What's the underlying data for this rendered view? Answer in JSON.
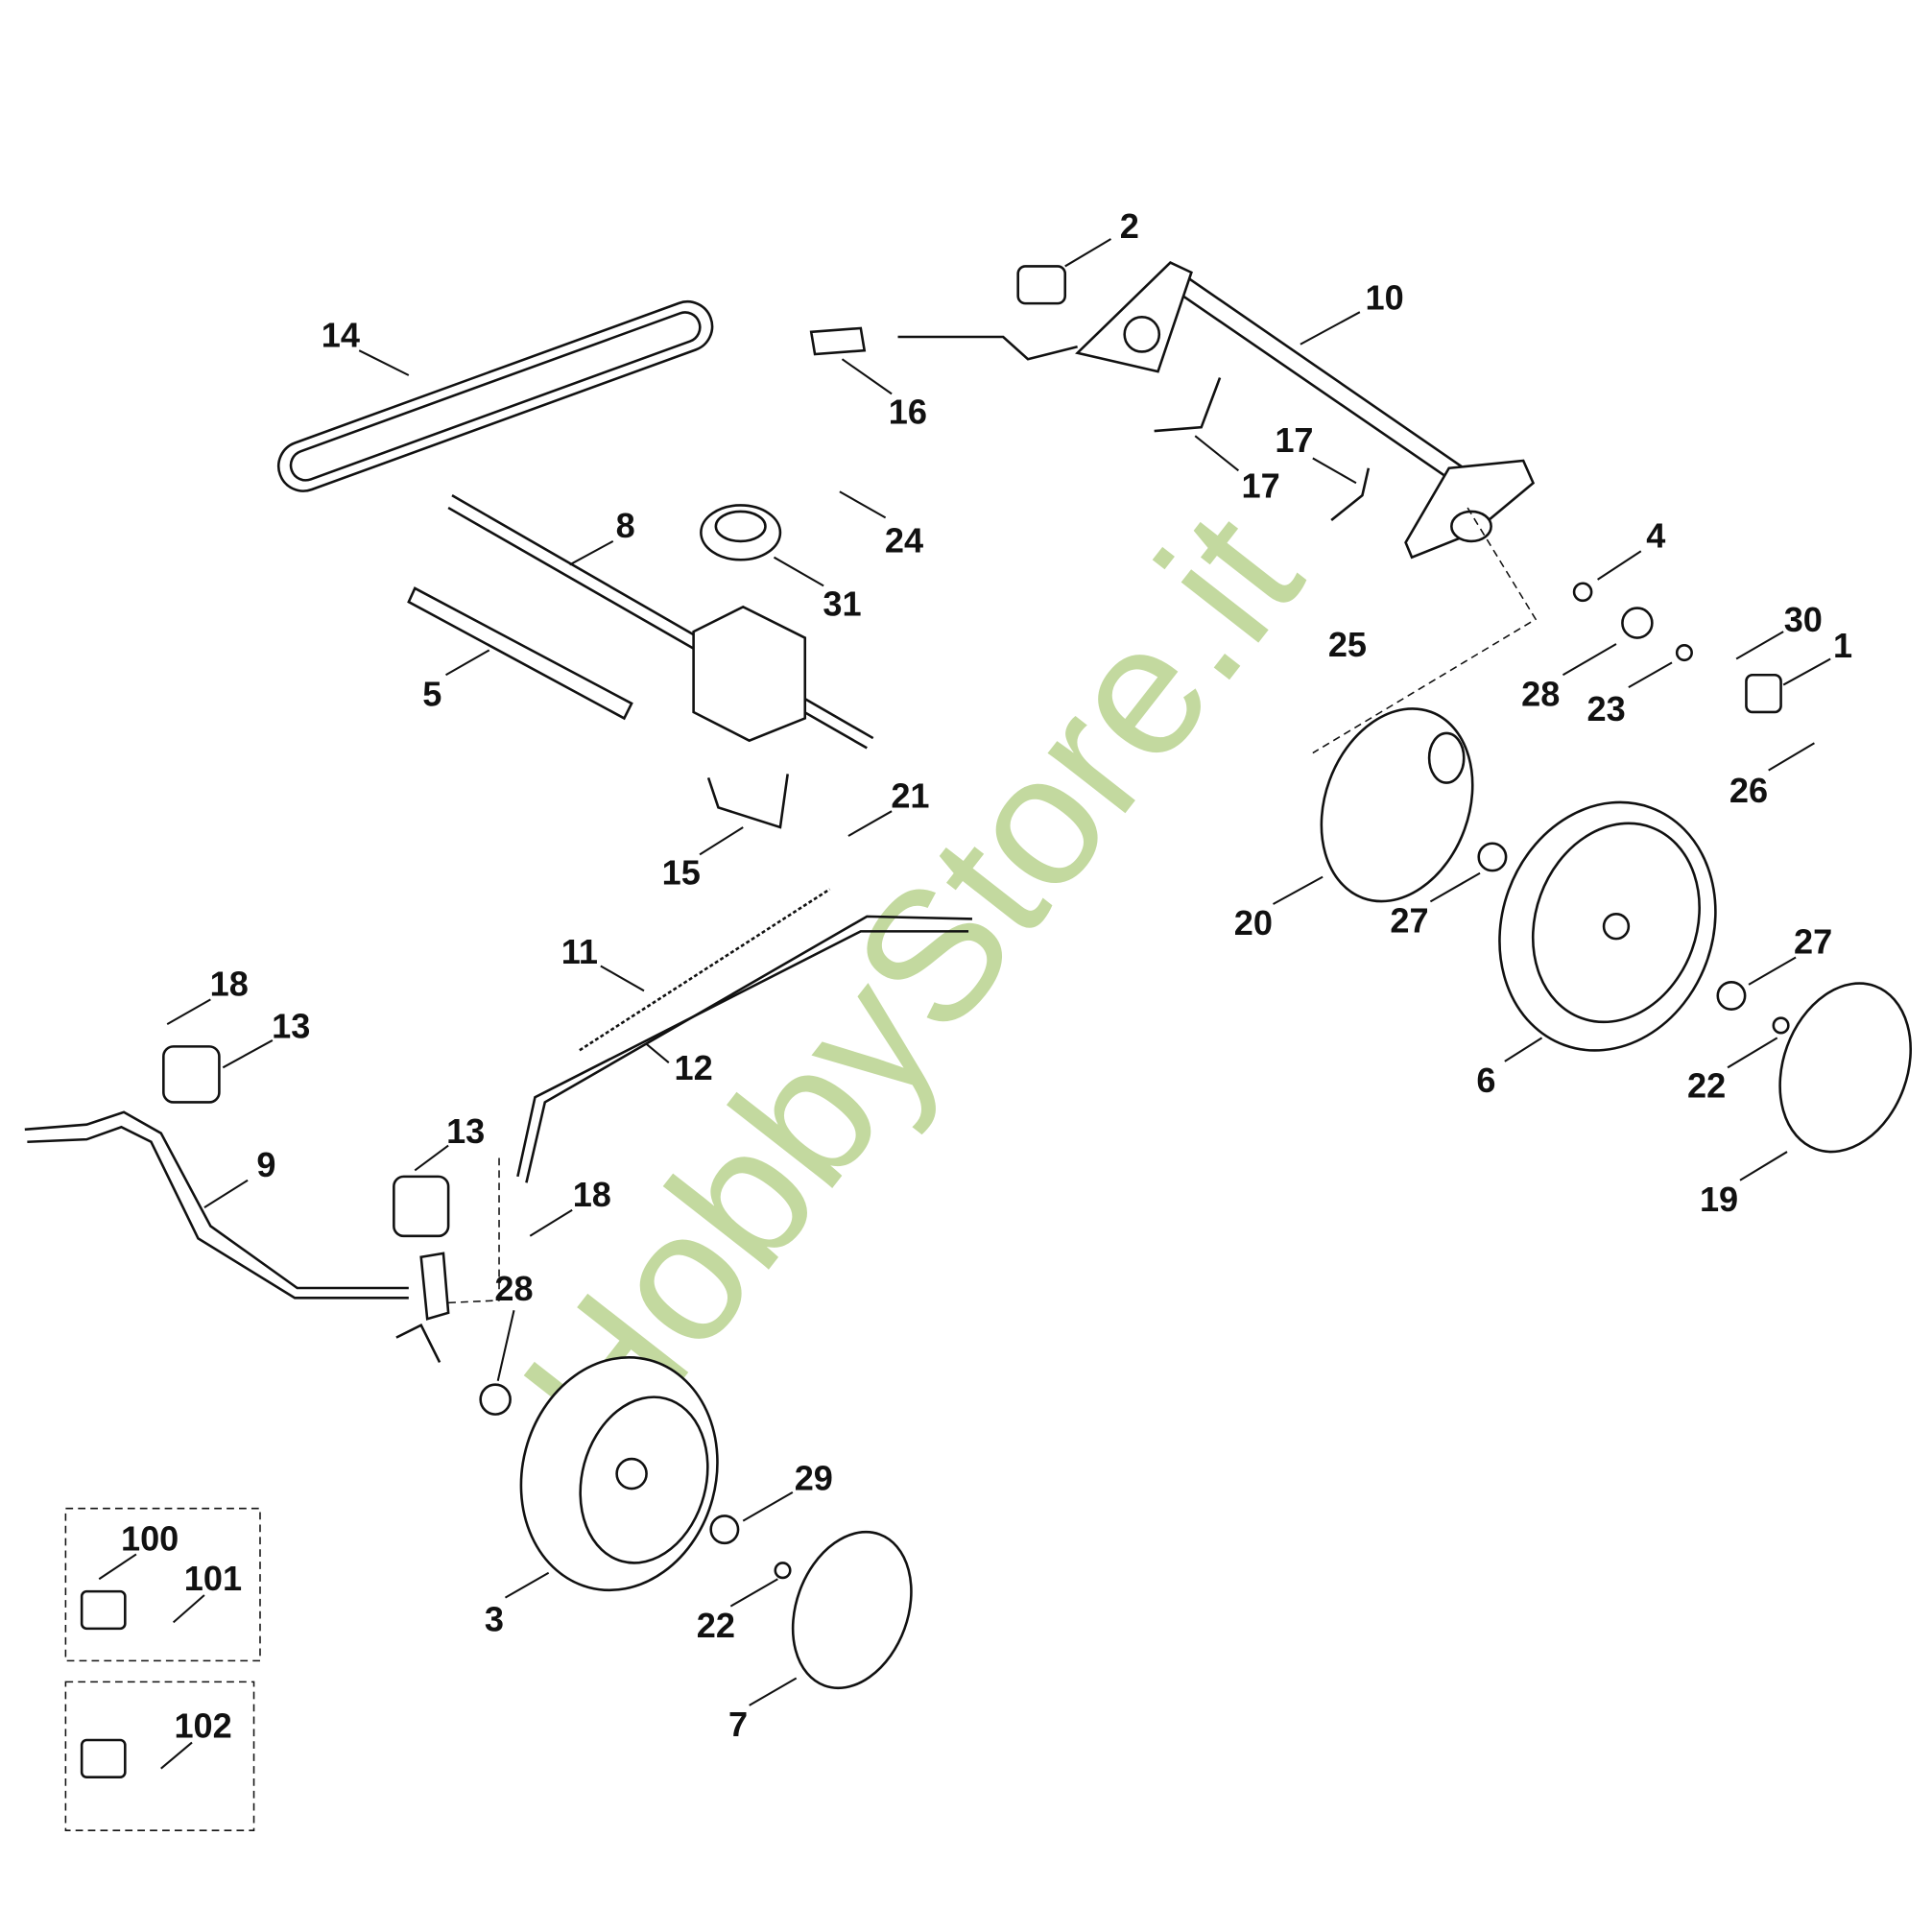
{
  "watermark": "HobbyStore.it",
  "labels": [
    "2",
    "10",
    "14",
    "16",
    "17",
    "17",
    "8",
    "24",
    "31",
    "4",
    "25",
    "30",
    "1",
    "28",
    "23",
    "5",
    "26",
    "21",
    "15",
    "20",
    "27",
    "27",
    "11",
    "18",
    "13",
    "6",
    "22",
    "12",
    "13",
    "9",
    "18",
    "19",
    "28",
    "29",
    "100",
    "101",
    "3",
    "22",
    "7",
    "102"
  ],
  "colors": {
    "watermark": "#b9d38f",
    "line": "#111111"
  }
}
